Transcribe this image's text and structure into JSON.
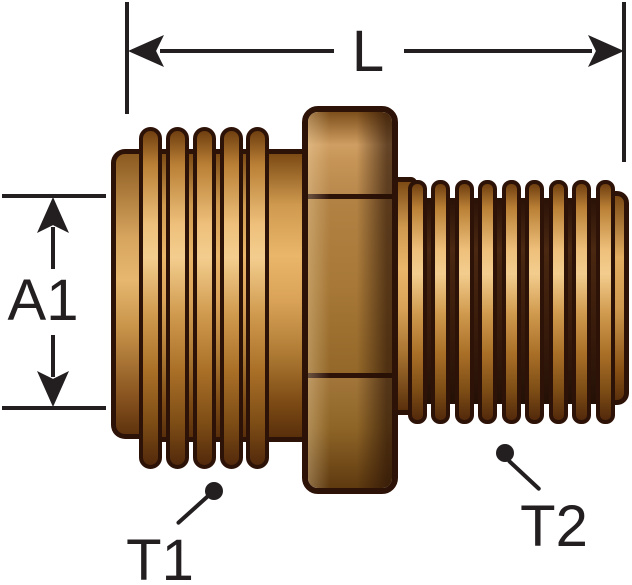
{
  "diagram": {
    "dimensions": {
      "length": {
        "label": "L"
      },
      "a1": {
        "label": "A1"
      }
    },
    "callouts": {
      "t1": {
        "label": "T1"
      },
      "t2": {
        "label": "T2"
      }
    },
    "colors": {
      "ink": "#231f20",
      "part_outline": "#2d1208",
      "brass_highlight": "#f3cd8e",
      "brass_mid": "#cf9a4f",
      "brass_shadow": "#5a300c",
      "background": "#ffffff"
    }
  }
}
